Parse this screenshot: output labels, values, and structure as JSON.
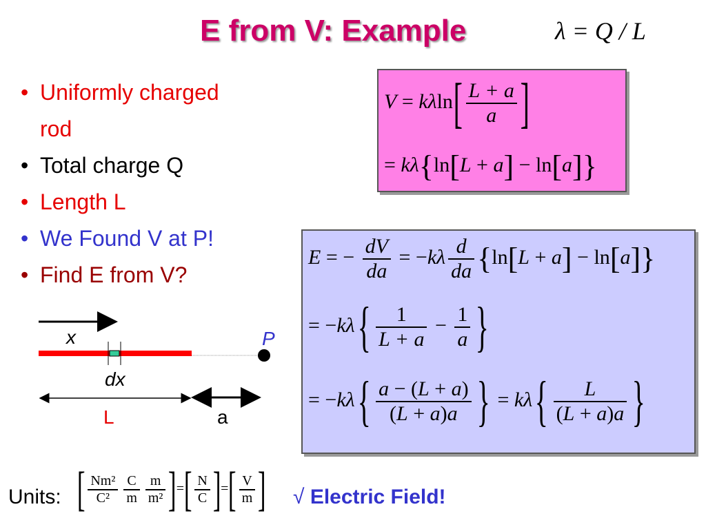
{
  "slide": {
    "title": "E from V: Example",
    "lambda_def": "λ = Q / L"
  },
  "bullets": [
    {
      "text": "Uniformly charged",
      "color": "#e60000"
    },
    {
      "text": "rod",
      "color": "#e60000",
      "continuation": true
    },
    {
      "text": "Total charge Q",
      "color": "#000000"
    },
    {
      "text": "Length L",
      "color": "#e60000"
    },
    {
      "text": "We Found V at P!",
      "color": "#3333cc"
    },
    {
      "text": "Find E from V?",
      "color": "#990000"
    }
  ],
  "diagram": {
    "x_label": "x",
    "p_label": "P",
    "dx_label": "dx",
    "L_label": "L",
    "a_label": "a",
    "rod_color": "#ff0000",
    "element_color": "#33cc99"
  },
  "equations": {
    "pink": {
      "line1": "V = kλ ln[(L + a)/a]",
      "line2": "= kλ{ln[L + a] − ln[a]}"
    },
    "blue": {
      "line1": "E = − dV/da = −kλ d/da {ln[L + a] − ln[a]}",
      "line2": "= −kλ{1/(L + a) − 1/a}",
      "line3": "= −kλ{(a − (L + a))/((L + a)a)} = kλ{L/((L + a)a)}"
    },
    "pink_color": "#ff80e6",
    "blue_color": "#ccccff"
  },
  "units": {
    "label": "Units:",
    "expression": "[Nm²/C² · C/m · m/m²] = [N/C] = [V/m]"
  },
  "conclusion": {
    "check": "√",
    "text": "Electric Field!"
  }
}
